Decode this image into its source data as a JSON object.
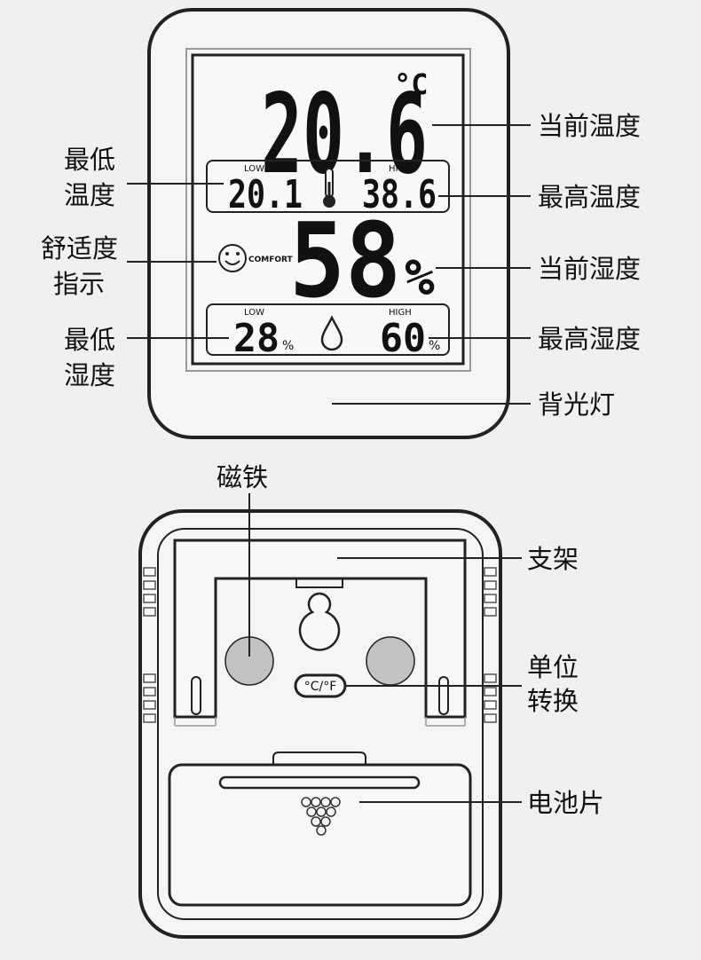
{
  "front": {
    "current_temp": "20.6",
    "temp_unit": "°C",
    "low_tag": "LOW",
    "high_tag": "HIGH",
    "min_temp": "20.1",
    "max_temp": "38.6",
    "comfort_text": "COMFORT",
    "current_humidity": "58",
    "humidity_unit": "%",
    "min_humidity": "28",
    "max_humidity": "60",
    "small_percent": "%"
  },
  "labels": {
    "current_temp": "当前温度",
    "max_temp": "最高温度",
    "current_humidity": "当前湿度",
    "max_humidity": "最高湿度",
    "backlight": "背光灯",
    "min_temp_1": "最低",
    "min_temp_2": "温度",
    "comfort_1": "舒适度",
    "comfort_2": "指示",
    "min_humidity_1": "最低",
    "min_humidity_2": "湿度",
    "magnet": "磁铁",
    "stand": "支架",
    "unit_switch_1": "单位",
    "unit_switch_2": "转换",
    "battery": "电池片"
  },
  "back": {
    "unit_button": "°C/°F"
  },
  "colors": {
    "background": "#f0f0f0",
    "outline": "#222222",
    "magnet_fill": "#c2c2c2"
  }
}
